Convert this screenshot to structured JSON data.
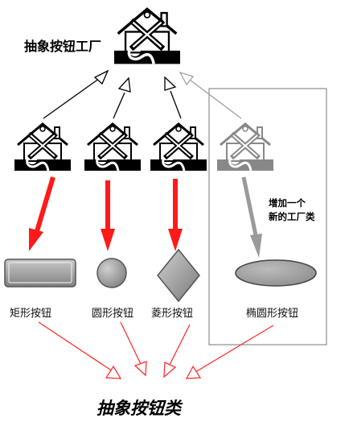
{
  "factory_top_label": "抽象按钮工厂",
  "new_factory_note_line1": "增加一个",
  "new_factory_note_line2": "新的工厂类",
  "products": [
    {
      "label": "矩形按钮",
      "shape": "rectangle"
    },
    {
      "label": "圆形按钮",
      "shape": "circle"
    },
    {
      "label": "菱形按钮",
      "shape": "diamond"
    },
    {
      "label": "椭圆形按钮",
      "shape": "ellipse"
    }
  ],
  "bottom_label": "抽象按钮类",
  "icon_names": {
    "factory": "factory-house-icon"
  },
  "colors": {
    "creation_arrow": "#ff1a1a",
    "new_creation_arrow": "#9a9a9a",
    "inherit_line": "#000000",
    "new_inherit_line": "#a0a0a0",
    "product_fill": "#9a9a9a",
    "realize_arrow": "#ff3030"
  }
}
